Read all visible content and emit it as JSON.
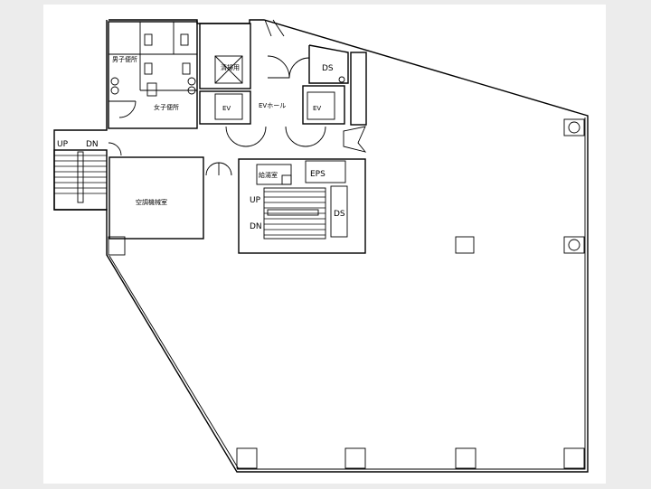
{
  "labels": {
    "mens_restroom": "男子便所",
    "womens_restroom": "女子便所",
    "cleaning_room": "清掃用",
    "ev_left": "EV",
    "ev_right": "EV",
    "ev_hall": "EVホール",
    "ds_top": "DS",
    "ds_right": "DS",
    "eps": "EPS",
    "hot_water_room": "給湯室",
    "ac_machine_room": "空調機械室",
    "stair_left_up": "UP",
    "stair_left_dn": "DN",
    "stair_center_up": "UP",
    "stair_center_dn": "DN"
  },
  "colors": {
    "background": "#ececec",
    "paper": "#ffffff",
    "line": "#000000"
  }
}
